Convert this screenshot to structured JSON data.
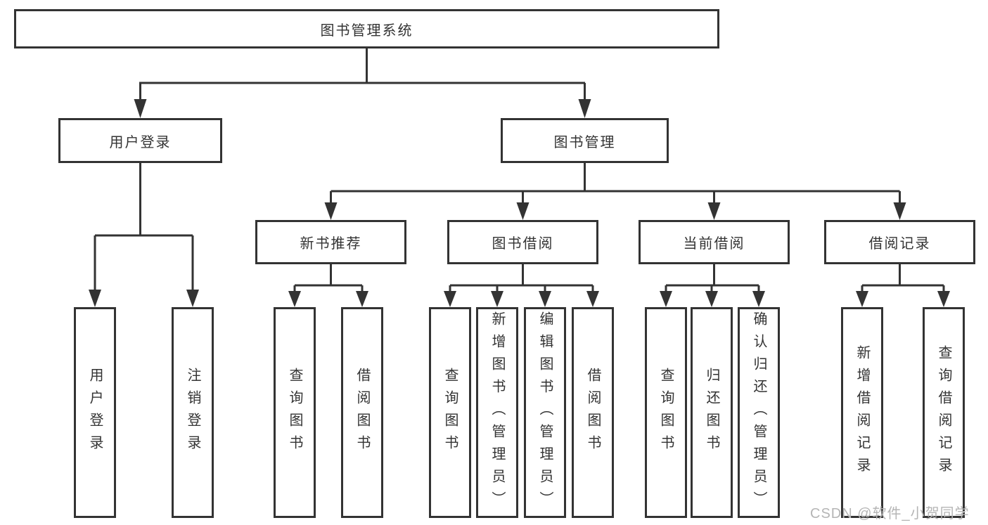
{
  "diagram_type": "hierarchy-tree",
  "tree": {
    "root_label": "图书管理系统",
    "children": [
      {
        "label": "用户登录",
        "children": [
          {
            "label": "用户登录"
          },
          {
            "label": "注销登录"
          }
        ]
      },
      {
        "label": "图书管理",
        "children": [
          {
            "label": "新书推荐",
            "children": [
              {
                "label": "查询图书"
              },
              {
                "label": "借阅图书"
              }
            ]
          },
          {
            "label": "图书借阅",
            "children": [
              {
                "label": "查询图书"
              },
              {
                "label": "新增图书（管理员）"
              },
              {
                "label": "编辑图书（管理员）"
              },
              {
                "label": "借阅图书"
              }
            ]
          },
          {
            "label": "当前借阅",
            "children": [
              {
                "label": "查询图书"
              },
              {
                "label": "归还图书"
              },
              {
                "label": "确认归还（管理员）"
              }
            ]
          },
          {
            "label": "借阅记录",
            "children": [
              {
                "label": "新增借阅记录"
              },
              {
                "label": "查询借阅记录"
              }
            ]
          }
        ]
      }
    ]
  },
  "watermark": {
    "text": "CSDN @软件_小贺同学"
  },
  "colors": {
    "line": "#333333",
    "box_border": "#333333",
    "box_background": "#ffffff",
    "text": "#333333",
    "watermark": "#b5b5b5",
    "page_background": "#ffffff"
  }
}
